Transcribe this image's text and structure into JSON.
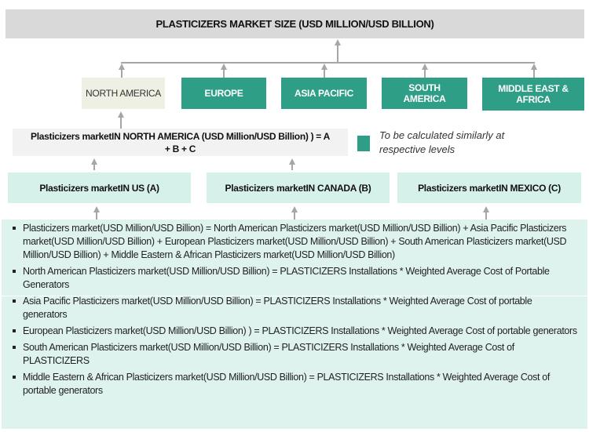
{
  "title": "PLASTICIZERS MARKET SIZE (USD MILLION/USD BILLION)",
  "regions": [
    {
      "label": "NORTH AMERICA"
    },
    {
      "label": "EUROPE"
    },
    {
      "label": "ASIA PACIFIC"
    },
    {
      "label": "SOUTH AMERICA"
    },
    {
      "label": "MIDDLE EAST & AFRICA"
    }
  ],
  "formula": "Plasticizers marketIN NORTH AMERICA (USD Million/USD Billion) ) = A + B + C",
  "legend": {
    "text": "To be calculated similarly at respective levels",
    "color": "#2e9e86"
  },
  "countries": [
    {
      "label": "Plasticizers marketIN US (A)"
    },
    {
      "label": "Plasticizers marketIN CANADA (B)"
    },
    {
      "label": "Plasticizers marketIN MEXICO (C)"
    }
  ],
  "bullets": [
    "Plasticizers market(USD Million/USD Billion) = North American Plasticizers market(USD Million/USD Billion) + Asia Pacific Plasticizers market(USD Million/USD Billion) + European Plasticizers market(USD Million/USD Billion) + South American Plasticizers market(USD Million/USD Billion) + Middle Eastern & African Plasticizers market(USD Million/USD Billion)",
    "North American Plasticizers market(USD Million/USD Billion) = PLASTICIZERS Installations * Weighted Average Cost of Portable Generators",
    "Asia Pacific Plasticizers market(USD Million/USD Billion) = PLASTICIZERS Installations * Weighted Average Cost of portable generators",
    "European Plasticizers market(USD Million/USD Billion) ) = PLASTICIZERS Installations * Weighted Average Cost of portable generators",
    "South American Plasticizers market(USD Million/USD Billion) = PLASTICIZERS Installations * Weighted Average Cost of PLASTICIZERS",
    "Middle Eastern & African Plasticizers market(USD Million/USD Billion) = PLASTICIZERS Installations * Weighted Average Cost of portable generators"
  ]
}
